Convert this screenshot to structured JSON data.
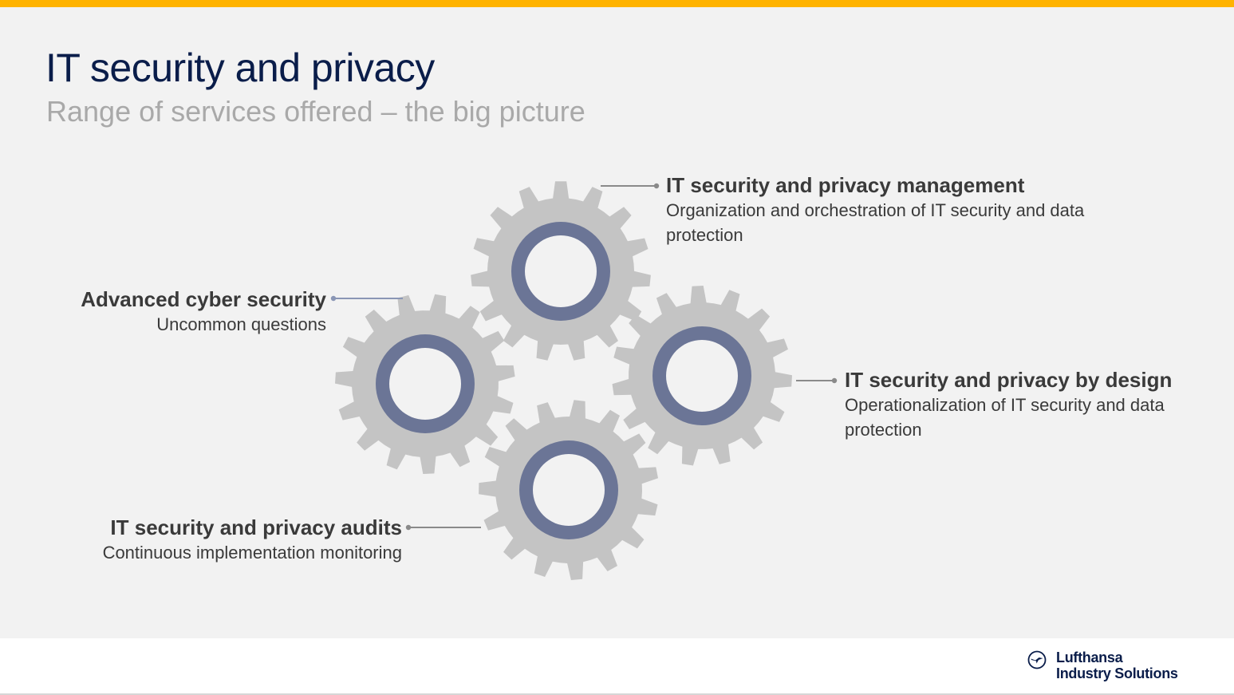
{
  "header": {
    "title": "IT security and privacy",
    "subtitle": "Range of services offered – the big picture"
  },
  "services": {
    "management": {
      "heading": "IT security and privacy management",
      "description": "Organization and orchestration of IT security and data protection"
    },
    "cyber": {
      "heading": "Advanced cyber security",
      "description": "Uncommon questions"
    },
    "design": {
      "heading": "IT security and privacy by design",
      "description": "Operationalization of IT security and data protection"
    },
    "audits": {
      "heading": "IT security and privacy audits",
      "description": "Continuous implementation monitoring"
    }
  },
  "colors": {
    "accent_bar": "#ffb300",
    "gear": "#c4c4c4",
    "gear_ring": "#6b7596",
    "title": "#0a1d4a",
    "subtitle": "#a9a9a9",
    "text": "#3a3a3a",
    "connector": "#8a8a8a"
  },
  "footer": {
    "logo_icon": "crane-icon",
    "logo_line1": "Lufthansa",
    "logo_line2": "Industry Solutions"
  }
}
